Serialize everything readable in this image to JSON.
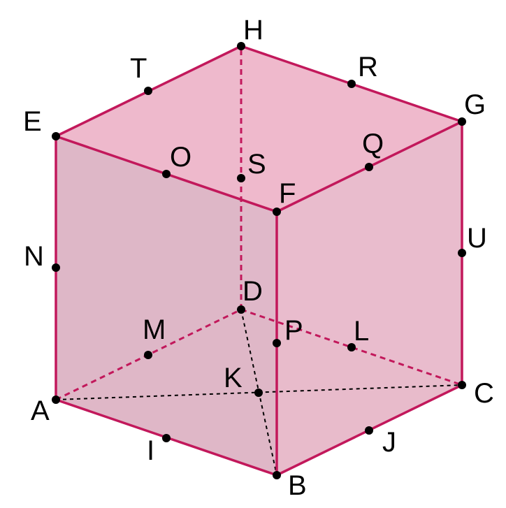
{
  "figure": {
    "colors": {
      "edge": "#c2185b",
      "face_top": "#eeb6ca",
      "face_front_left": "#dbb0c0",
      "face_right": "#e3b4c5",
      "face_back_fill": "#e8b8c8",
      "point": "#000000",
      "background": "#ffffff"
    },
    "points": [
      {
        "name": "A",
        "label": "A"
      },
      {
        "name": "B",
        "label": "B"
      },
      {
        "name": "C",
        "label": "C"
      },
      {
        "name": "D",
        "label": "D"
      },
      {
        "name": "E",
        "label": "E"
      },
      {
        "name": "F",
        "label": "F"
      },
      {
        "name": "G",
        "label": "G"
      },
      {
        "name": "H",
        "label": "H"
      },
      {
        "name": "I",
        "label": "I"
      },
      {
        "name": "J",
        "label": "J"
      },
      {
        "name": "K",
        "label": "K"
      },
      {
        "name": "L",
        "label": "L"
      },
      {
        "name": "M",
        "label": "M"
      },
      {
        "name": "N",
        "label": "N"
      },
      {
        "name": "O",
        "label": "O"
      },
      {
        "name": "P",
        "label": "P"
      },
      {
        "name": "Q",
        "label": "Q"
      },
      {
        "name": "R",
        "label": "R"
      },
      {
        "name": "S",
        "label": "S"
      },
      {
        "name": "T",
        "label": "T"
      },
      {
        "name": "U",
        "label": "U"
      }
    ]
  }
}
